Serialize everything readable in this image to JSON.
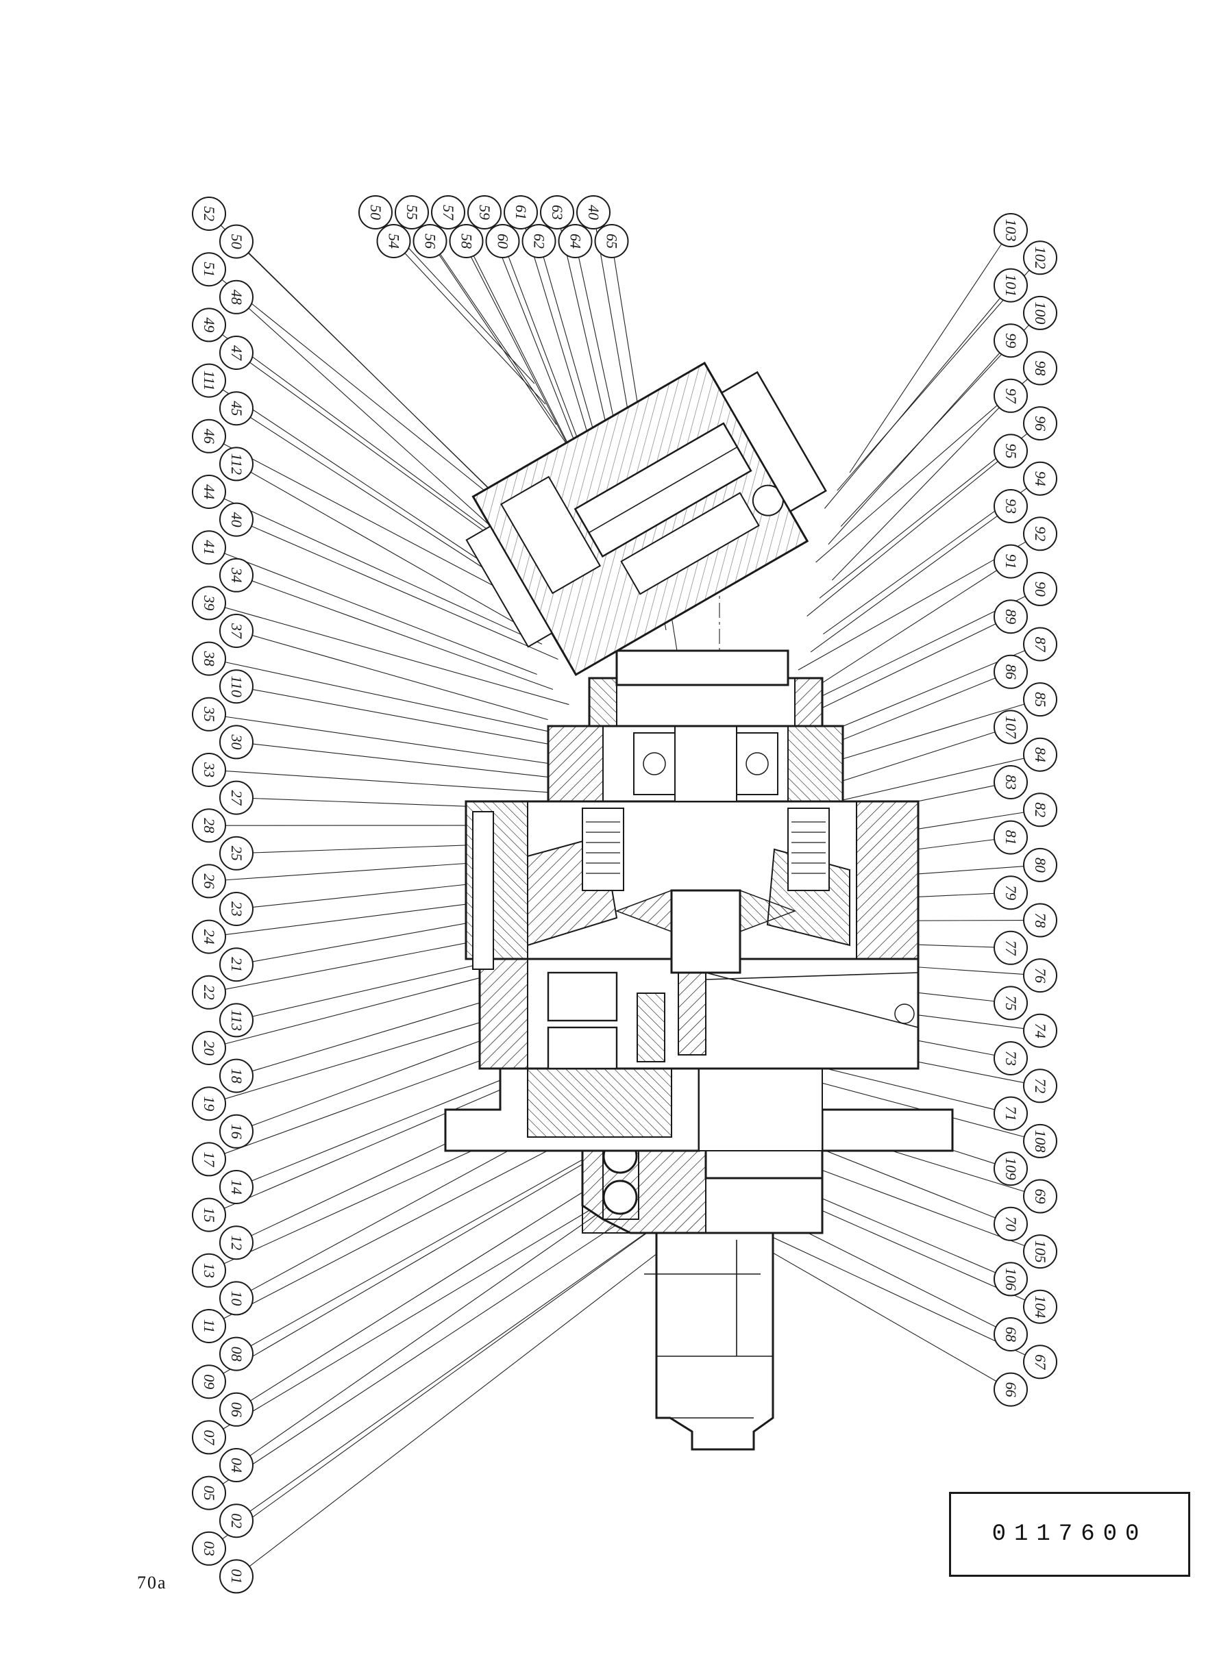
{
  "drawing_number": "0117600",
  "page_label": "70a",
  "callouts_left": [
    "52",
    "50",
    "51",
    "48",
    "49",
    "47",
    "111",
    "45",
    "46",
    "112",
    "44",
    "40",
    "41",
    "34",
    "39",
    "37",
    "38",
    "110",
    "35",
    "30",
    "33",
    "27",
    "28",
    "25",
    "26",
    "23",
    "24",
    "21",
    "22",
    "113",
    "20",
    "18",
    "19",
    "16",
    "17",
    "14",
    "15",
    "12",
    "13",
    "10",
    "11",
    "08",
    "09",
    "06",
    "07",
    "04",
    "05",
    "02",
    "03",
    "01"
  ],
  "callouts_top": [
    "50",
    "54",
    "55",
    "56",
    "57",
    "58",
    "59",
    "60",
    "61",
    "62",
    "63",
    "64",
    "40",
    "65"
  ],
  "callouts_right": [
    "103",
    "102",
    "101",
    "100",
    "99",
    "98",
    "97",
    "96",
    "95",
    "94",
    "93",
    "92",
    "91",
    "90",
    "89",
    "87",
    "86",
    "85",
    "107",
    "84",
    "83",
    "82",
    "81",
    "80",
    "79",
    "78",
    "77",
    "76",
    "75",
    "74",
    "73",
    "72",
    "71",
    "108",
    "109",
    "69",
    "70",
    "105",
    "106",
    "104",
    "68",
    "67",
    "66"
  ],
  "colors": {
    "ink": "#1a1a1a",
    "paper": "#ffffff"
  }
}
